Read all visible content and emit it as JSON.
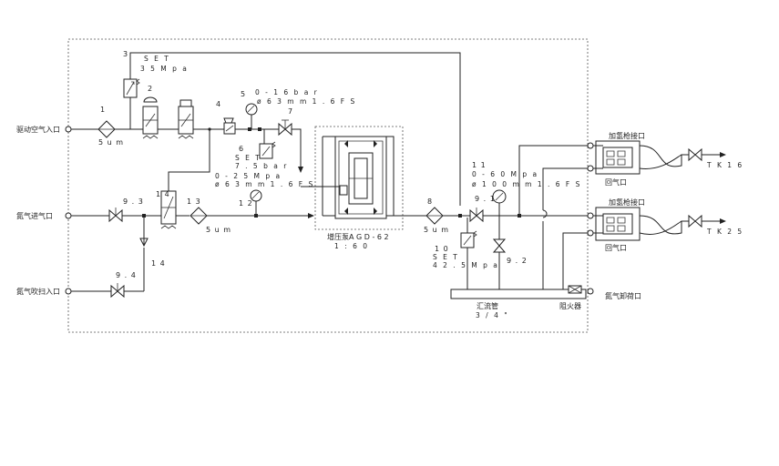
{
  "ports": {
    "drive_air_inlet": "驱动空气入口",
    "nitrogen_inlet": "氮气进气口",
    "nitrogen_purge_inlet": "氮气吹扫入口",
    "nitrogen_vent": "氮气卸荷口",
    "h2_gun_top": "加氢枪接口",
    "h2_gun_bottom": "加氢枪接口",
    "return_top": "回气口",
    "return_bottom": "回气口",
    "tk_top": "T K 1 6",
    "tk_bottom": "T K 2 5"
  },
  "components": {
    "c1": "1",
    "c1_spec": "5 u m",
    "c2": "2",
    "c3": "3",
    "c3_set": "S E T",
    "c3_val": "3 5 M p a",
    "c4": "4",
    "c5": "5",
    "c5_range": "0 - 1 6 b a r",
    "c5_spec": "ø 6 3 m m   1 . 6 F S",
    "c6": "6",
    "c6_set": "S E T",
    "c6_val": "7 . 5 b a r",
    "c7": "7",
    "c8": "8",
    "c8_spec": "5 u m",
    "c9_1": "9 . 1",
    "c9_2": "9 . 2",
    "c9_3": "9 . 3",
    "c9_4": "9 . 4",
    "c10": "1 0",
    "c10_set": "S E T",
    "c10_val": "4 2 . 5 M p a",
    "c11": "1 1",
    "c11_range": "0 - 6 0 M p a",
    "c11_spec": "ø 1 0 0 m m   1 . 6 F S",
    "c12": "1 2",
    "c12_range": "0 - 2 5 M p a",
    "c12_spec": "ø 6 3 m m   1 . 6 F S",
    "c13": "1 3",
    "c13_spec": "5 u m",
    "c14": "1 4",
    "c14_b": "1 4",
    "pump_name": "增压泵A G D - 6 2",
    "pump_ratio": "1 : 6 0",
    "manifold_name": "汇流管",
    "manifold_size": "3 / 4 \"",
    "flame_arrester": "阻火器"
  }
}
